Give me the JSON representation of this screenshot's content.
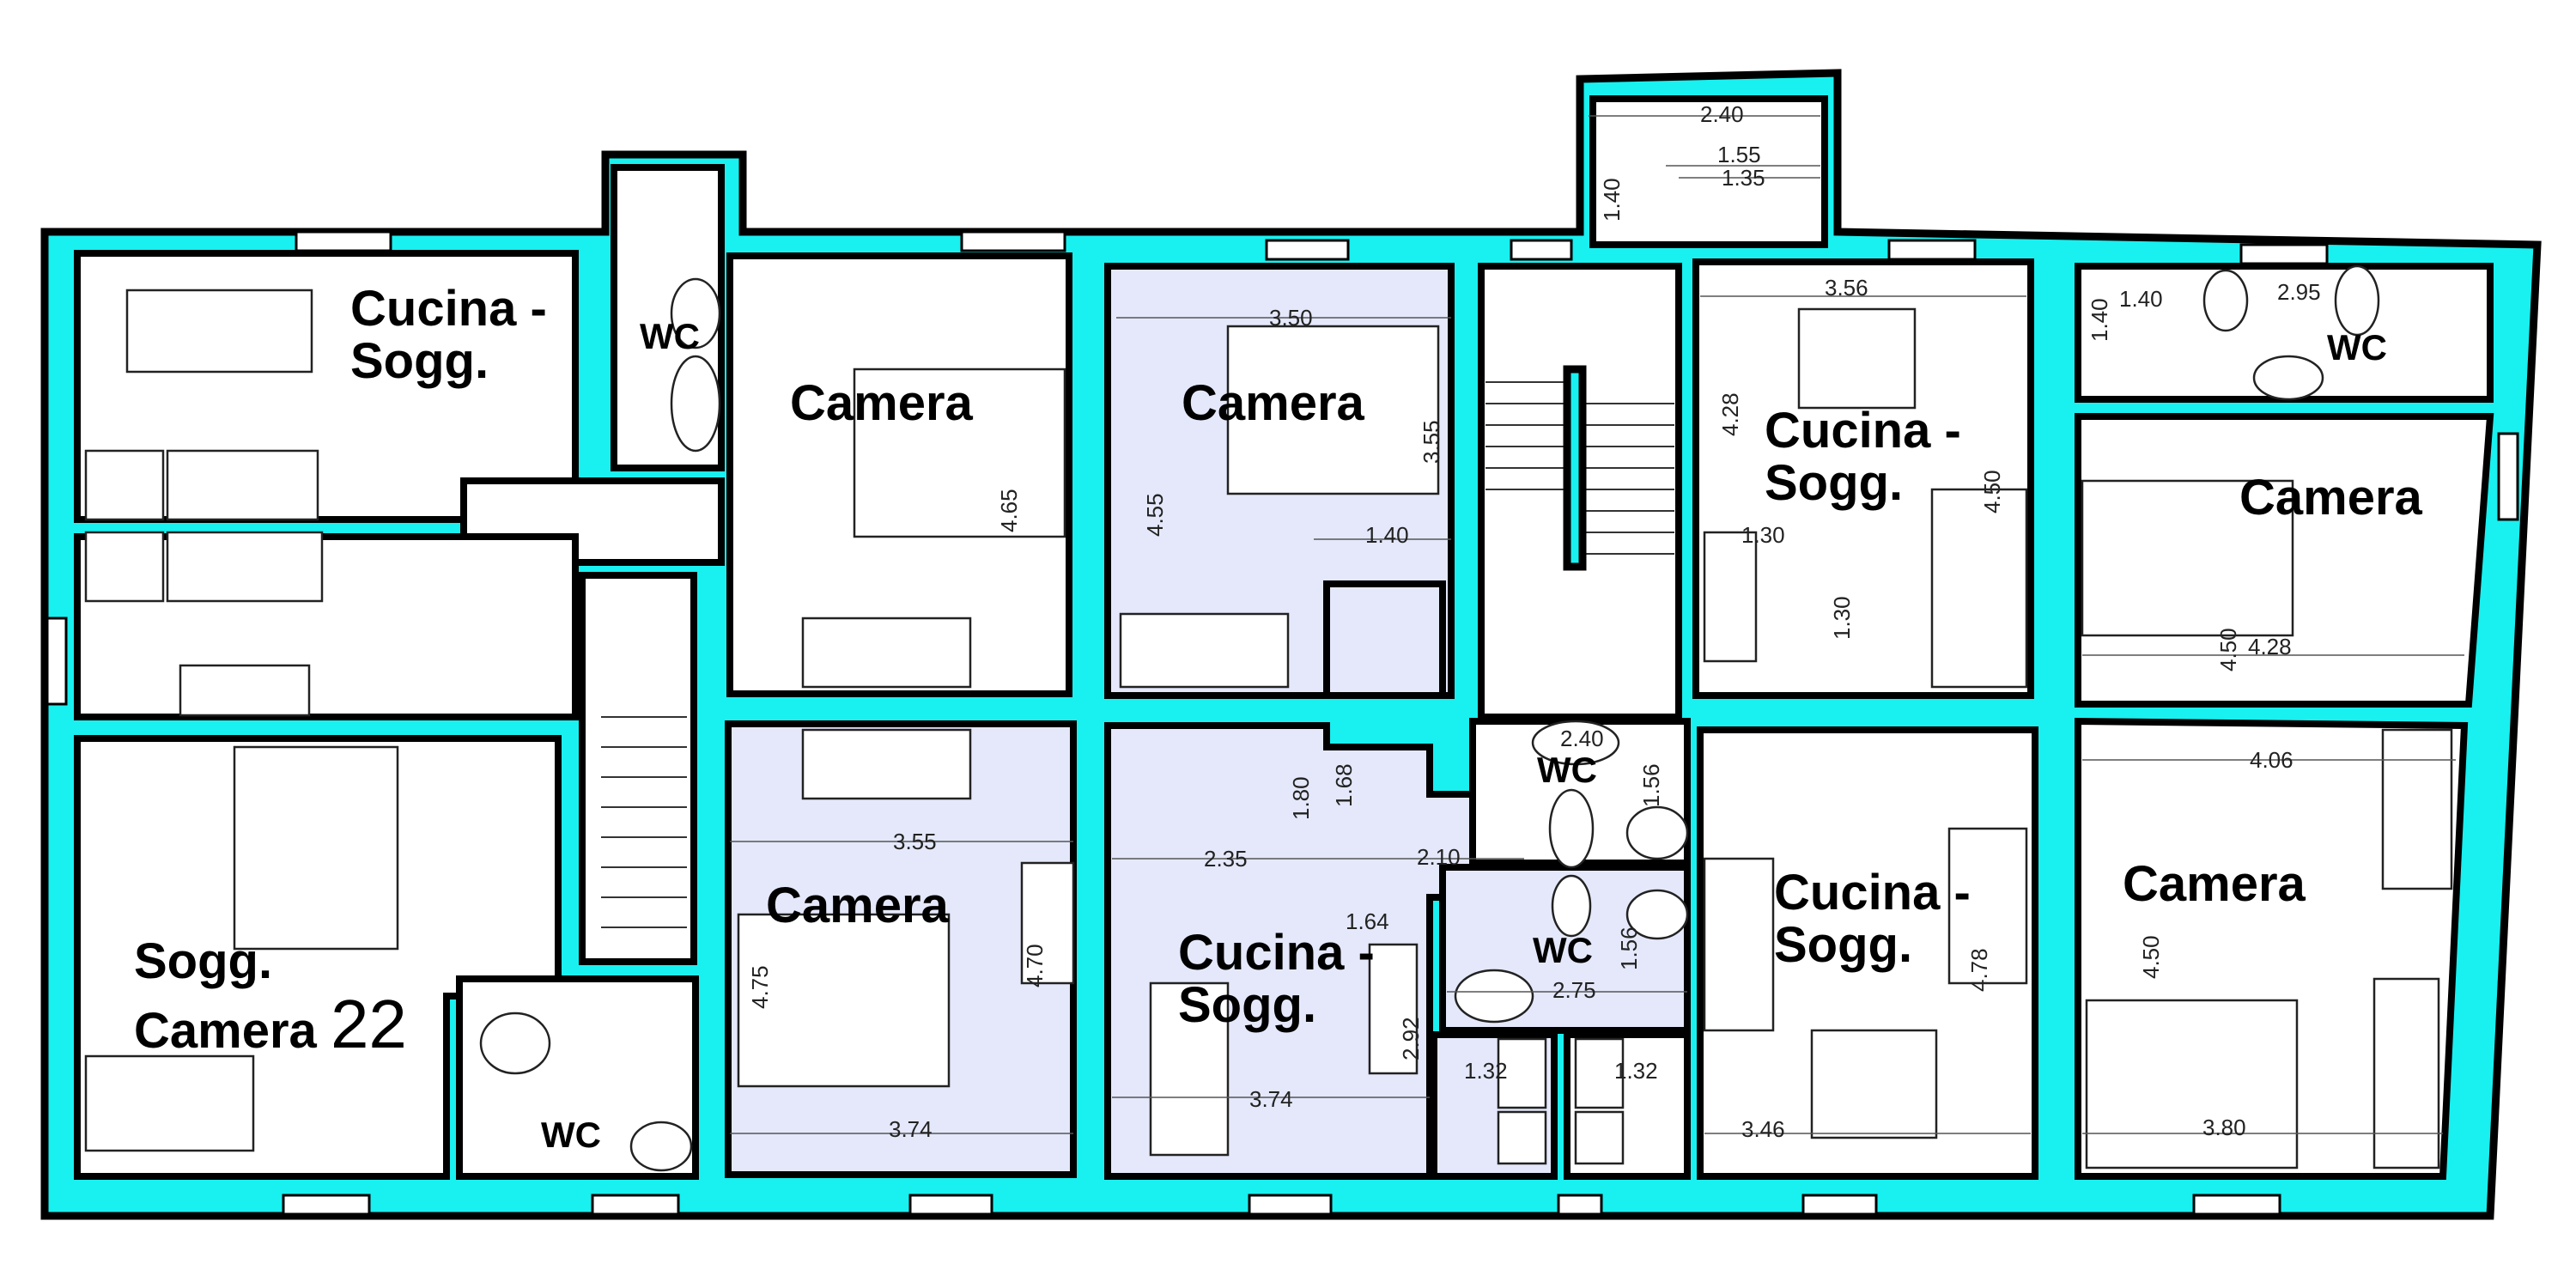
{
  "plan": {
    "colors": {
      "wall": "#19f0f0",
      "outline": "#000000",
      "shaded_room": "#e4e8fa",
      "room": "#ffffff"
    },
    "rooms": [
      {
        "id": "r1",
        "label": "Cucina -\nSogg.",
        "line1": "Cucina -",
        "line2": "Sogg."
      },
      {
        "id": "r2",
        "label": "WC"
      },
      {
        "id": "r3",
        "label": "Camera"
      },
      {
        "id": "r4",
        "label": "Camera"
      },
      {
        "id": "r5",
        "label": "Cucina -\nSogg.",
        "line1": "Cucina -",
        "line2": "Sogg."
      },
      {
        "id": "r6",
        "label": "WC"
      },
      {
        "id": "r7",
        "label": "Camera"
      },
      {
        "id": "r8",
        "label": "Sogg. Camera",
        "line1": "Sogg.",
        "line2": "Camera",
        "number": "22"
      },
      {
        "id": "r9",
        "label": "WC"
      },
      {
        "id": "r10",
        "label": "Camera"
      },
      {
        "id": "r11",
        "label": "Cucina -\nSogg.",
        "line1": "Cucina -",
        "line2": "Sogg."
      },
      {
        "id": "r12",
        "label": "WC"
      },
      {
        "id": "r13",
        "label": "WC"
      },
      {
        "id": "r14",
        "label": "Cucina -\nSogg.",
        "line1": "Cucina -",
        "line2": "Sogg."
      },
      {
        "id": "r15",
        "label": "Camera"
      }
    ],
    "dimensions": {
      "annex_2_40": "2.40",
      "annex_1_55": "1.55",
      "annex_1_35": "1.35",
      "annex_1_40": "1.40",
      "cam_top_mid_3_50": "3.50",
      "cam_top_mid_3_55": "3.55",
      "cam_top_mid_4_55": "4.55",
      "cam_top_mid_1_40": "1.40",
      "cam_top_left_4_65": "4.65",
      "cuc_top_right_3_56": "3.56",
      "cuc_top_right_4_28": "4.28",
      "cuc_top_right_1_30a": "1.30",
      "cuc_top_right_1_30b": "1.30",
      "cuc_top_right_4_50": "4.50",
      "wc_top_right_1_40v": "1.40",
      "wc_top_right_1_40h": "1.40",
      "wc_top_right_2_95": "2.95",
      "cam_top_right_4_50": "4.50",
      "cam_top_right_4_28": "4.28",
      "cam_bot_left_3_55": "3.55",
      "cam_bot_left_4_75": "4.75",
      "cam_bot_left_4_70": "4.70",
      "cam_bot_left_3_74": "3.74",
      "cuc_bot_mid_1_80": "1.80",
      "cuc_bot_mid_1_68": "1.68",
      "cuc_bot_mid_2_35": "2.35",
      "cuc_bot_mid_2_10": "2.10",
      "cuc_bot_mid_1_64": "1.64",
      "cuc_bot_mid_2_92": "2.92",
      "cuc_bot_mid_3_74": "3.74",
      "wc_mid_2_40": "2.40",
      "wc_mid_1_56a": "1.56",
      "wc_mid_1_56b": "1.56",
      "wc_mid_2_75": "2.75",
      "kitch_1_32a": "1.32",
      "kitch_1_32b": "1.32",
      "cuc_bot_right_4_78": "4.78",
      "cuc_bot_right_3_46": "3.46",
      "cam_bot_right_4_06": "4.06",
      "cam_bot_right_4_50": "4.50",
      "cam_bot_right_3_80": "3.80"
    }
  }
}
